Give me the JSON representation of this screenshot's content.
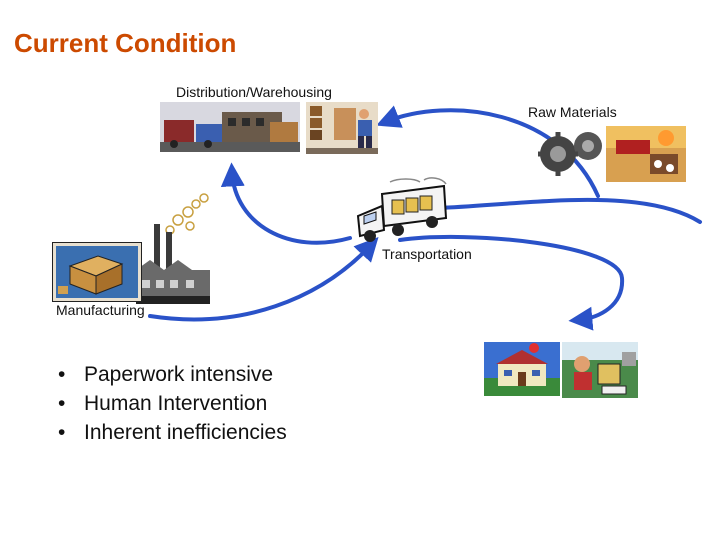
{
  "title": "Current Condition",
  "labels": {
    "distribution": "Distribution/Warehousing",
    "raw_materials": "Raw Materials",
    "transportation": "Transportation",
    "manufacturing": "Manufacturing"
  },
  "bullets": [
    "Paperwork intensive",
    "Human Intervention",
    "Inherent inefficiencies"
  ],
  "colors": {
    "title": "#cc4a00",
    "arrow": "#2a52c8"
  }
}
